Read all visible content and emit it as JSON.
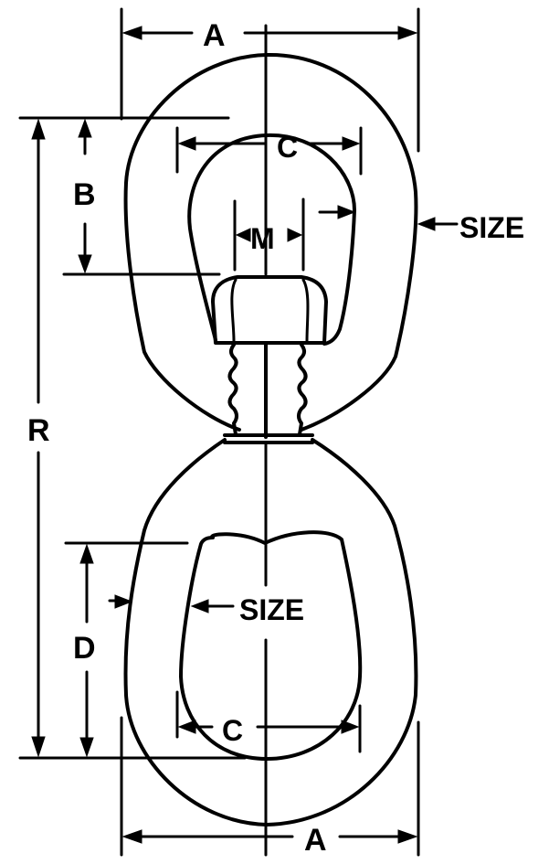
{
  "figure": {
    "subject": "Eye and eye swivel dimension drawing",
    "labels": {
      "a_top": "A",
      "a_bottom": "A",
      "b": "B",
      "c_top": "C",
      "c_bottom": "C",
      "m": "M",
      "size_outer": "SIZE",
      "size_inner": "SIZE",
      "r": "R",
      "d": "D"
    },
    "colors": {
      "line": "#000000",
      "background": "#ffffff"
    }
  }
}
